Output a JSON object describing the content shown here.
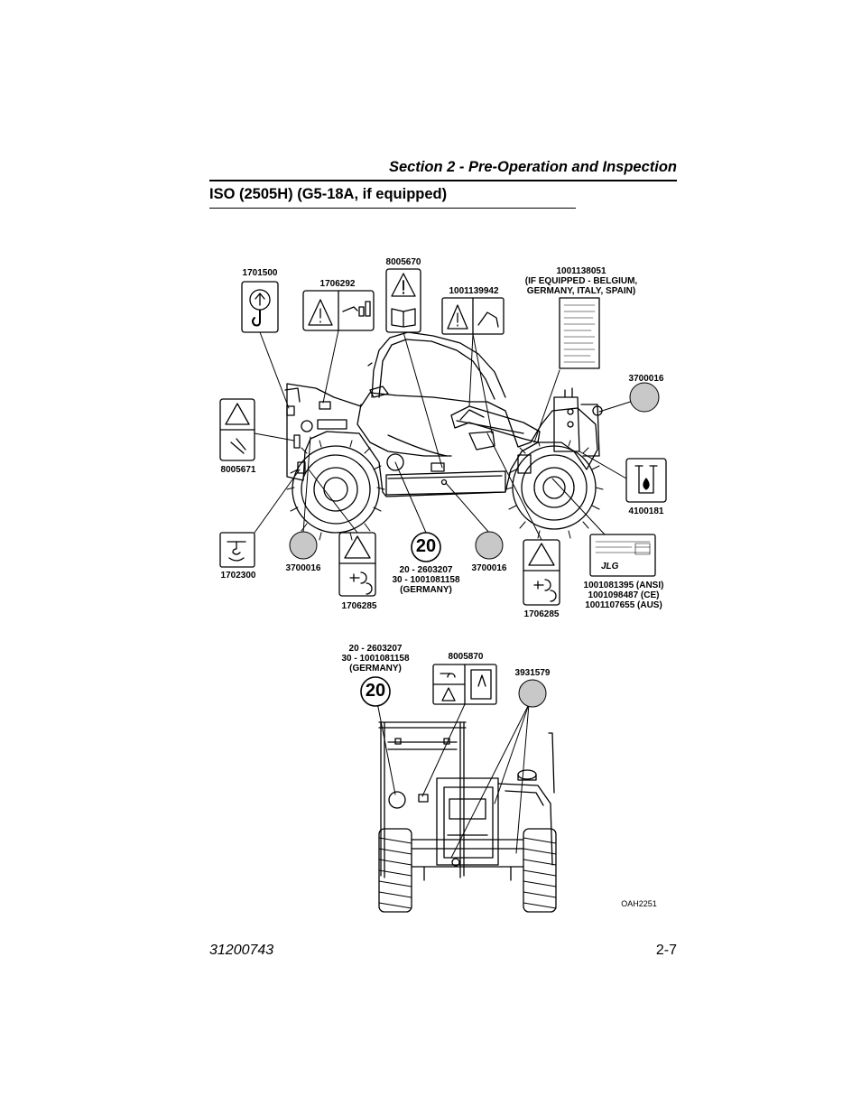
{
  "header": {
    "section_title": "Section 2 - Pre-Operation and Inspection",
    "page_heading": "ISO (2505H) (G5-18A, if equipped)"
  },
  "decal_labels": {
    "d1701500": "1701500",
    "d1706292": "1706292",
    "d8005670": "8005670",
    "d1001139942": "1001139942",
    "d1001138051_l1": "1001138051",
    "d1001138051_l2": "(IF EQUIPPED - BELGIUM,",
    "d1001138051_l3": "GERMANY, ITALY, SPAIN)",
    "d3700016_right": "3700016",
    "d8005671": "8005671",
    "d4100181": "4100181",
    "d1702300": "1702300",
    "d3700016_left": "3700016",
    "d1706285_a": "1706285",
    "combo_a_l1": "20 - 2603207",
    "combo_a_l2": "30 - 1001081158",
    "combo_a_l3": "(GERMANY)",
    "d3700016_mid": "3700016",
    "d1706285_b": "1706285",
    "plate_l1": "1001081395 (ANSI)",
    "plate_l2": "1001098487 (CE)",
    "plate_l3": "1001107655 (AUS)",
    "combo_b_l1": "20 - 2603207",
    "combo_b_l2": "30 - 1001081158",
    "combo_b_l3": "(GERMANY)",
    "d8005870": "8005870",
    "d3931579": "3931579",
    "badge_top": "20",
    "badge_bottom": "20",
    "plate_brand": "JLG",
    "figure_id": "OAH2251"
  },
  "footer": {
    "doc_number": "31200743",
    "page_number": "2-7"
  },
  "colors": {
    "decal_circle_fill": "#c8c8c8",
    "ink": "#000000"
  }
}
